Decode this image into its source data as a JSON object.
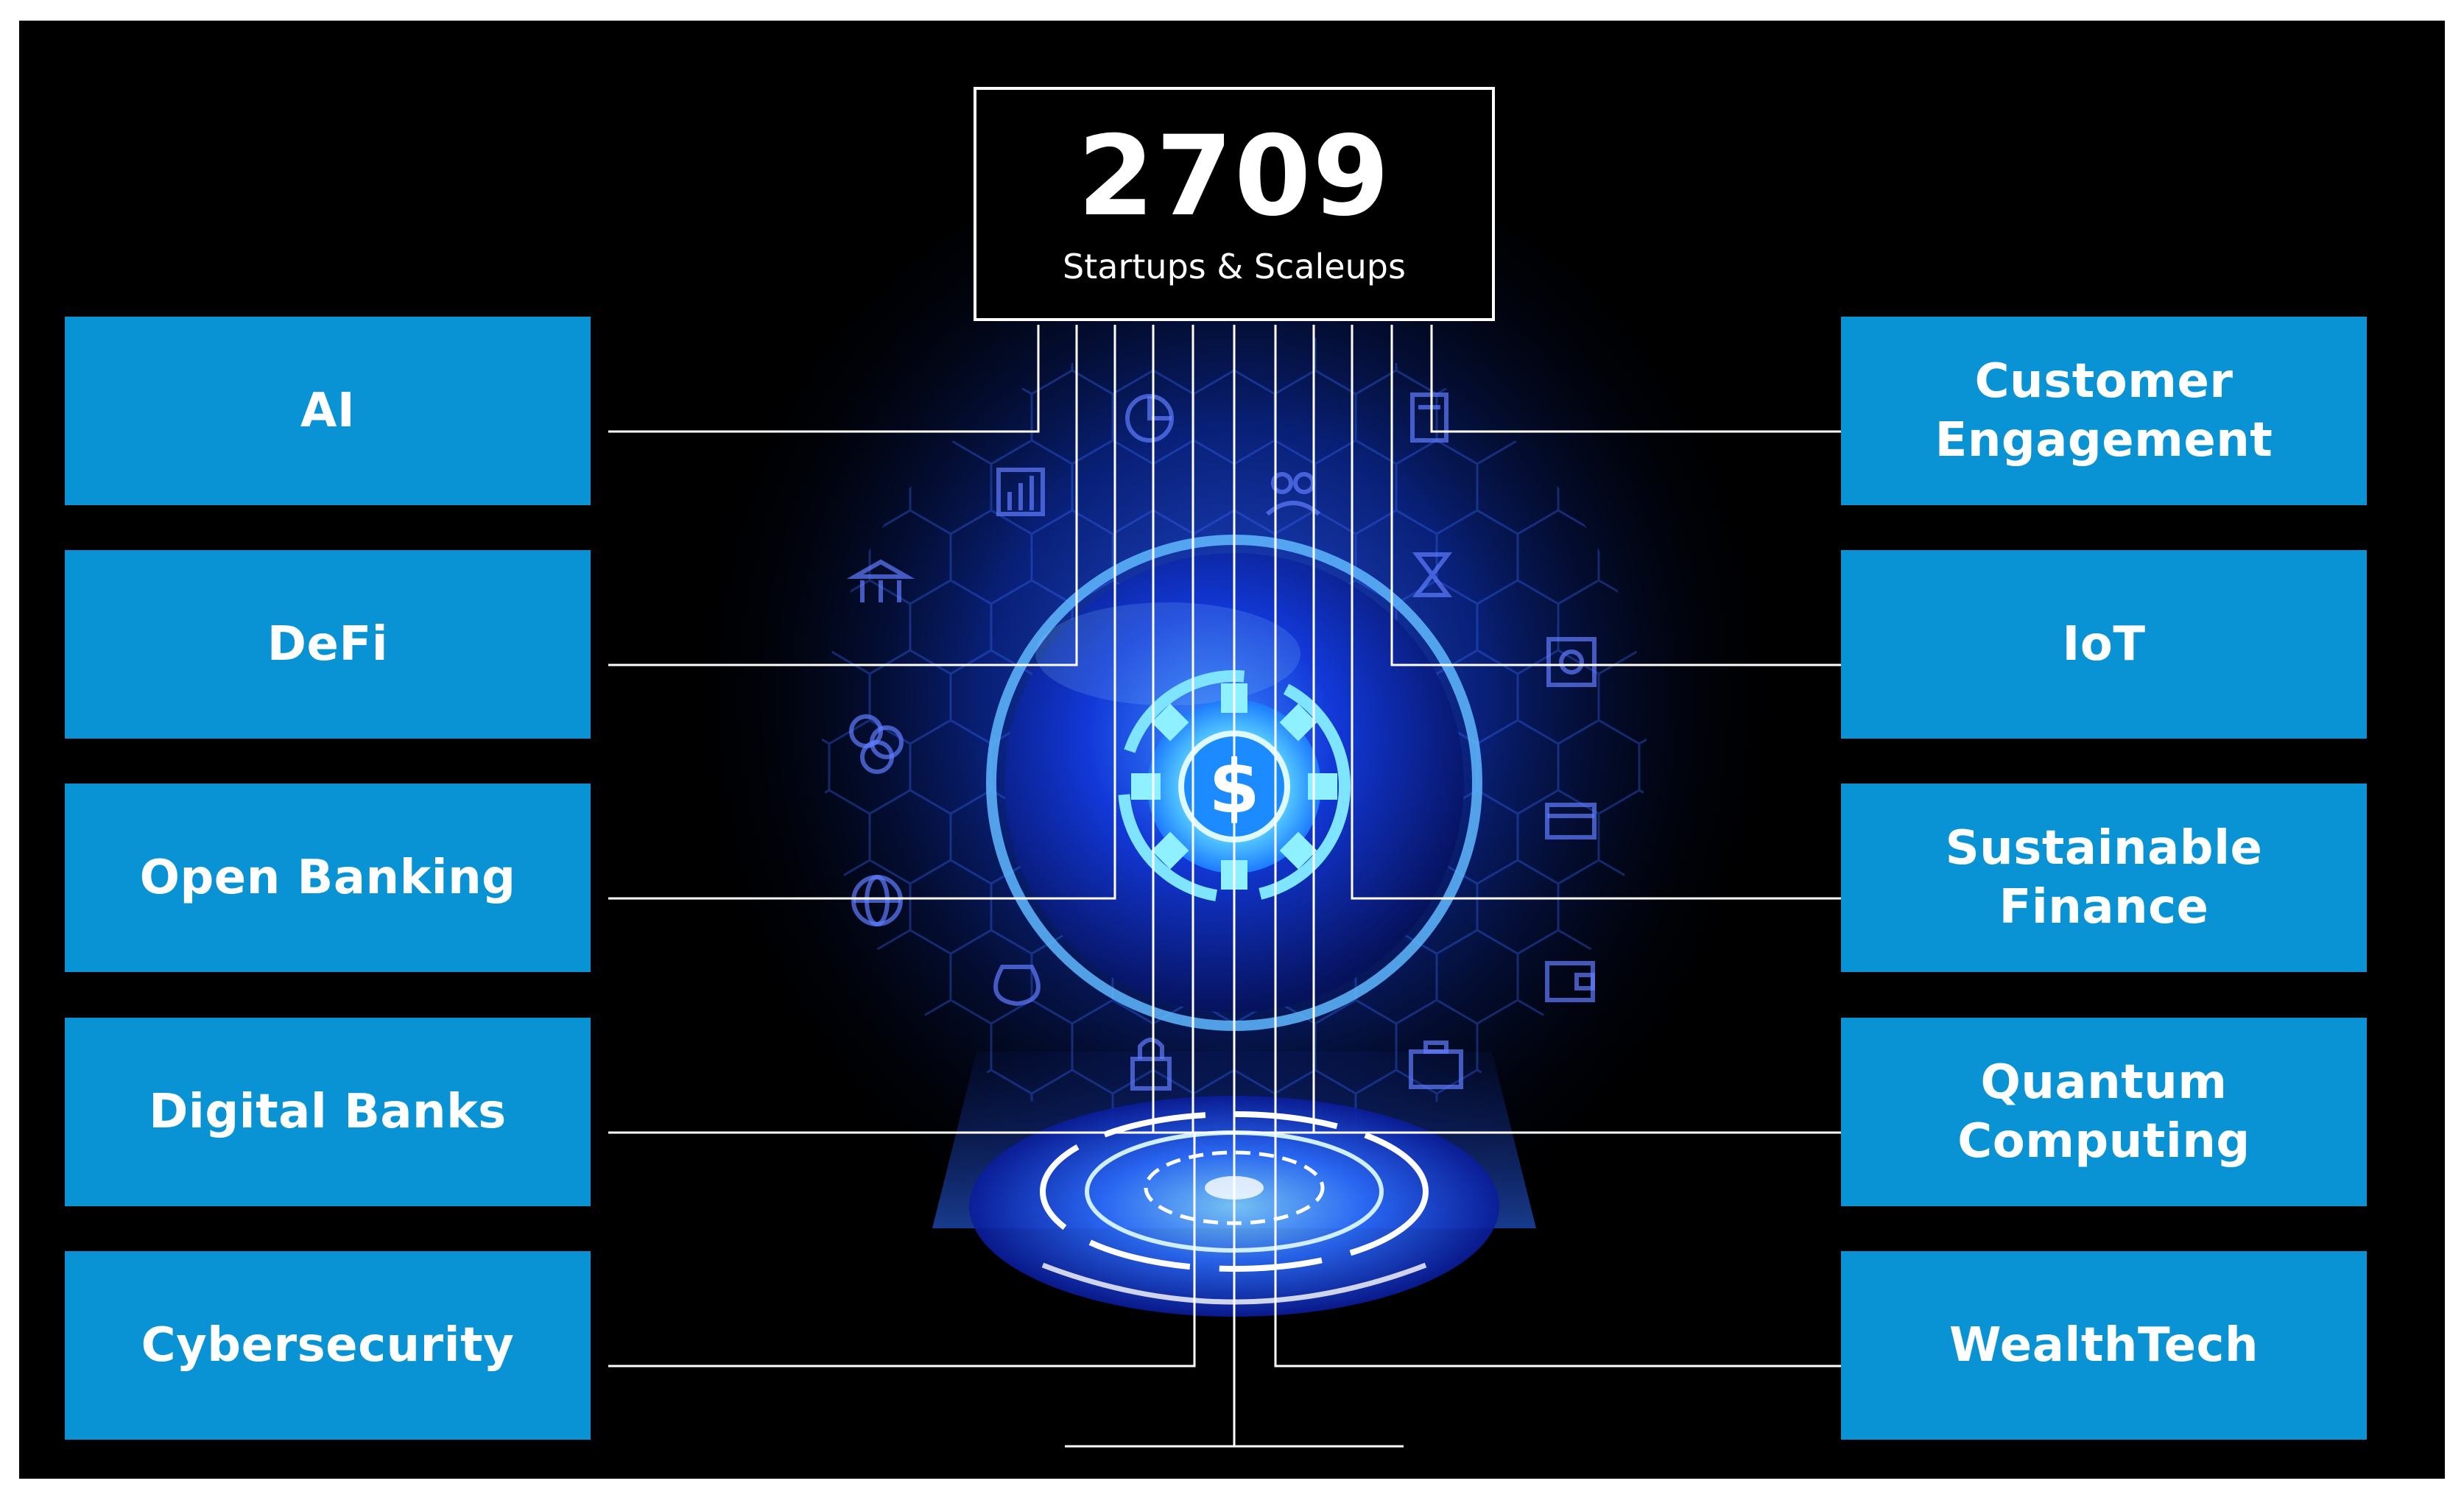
{
  "summary": {
    "count": "2709",
    "label": "Startups & Scaleups"
  },
  "categories_left": [
    "AI",
    "DeFi",
    "Open Banking",
    "Digital Banks",
    "Cybersecurity"
  ],
  "categories_right": [
    "Customer Engagement",
    "IoT",
    "Sustainable Finance",
    "Quantum Computing",
    "WealthTech"
  ],
  "colors": {
    "background": "#000000",
    "box": "#0a93d4",
    "text": "#ffffff",
    "line": "#ffffff",
    "glow": "#1a4dff"
  },
  "icons": [
    "bar-chart-icon",
    "pie-chart-icon",
    "calculator-icon",
    "people-icon",
    "hourglass-icon",
    "bank-icon",
    "coins-icon",
    "globe-icon",
    "money-bag-icon",
    "padlock-icon",
    "safe-icon",
    "credit-card-icon",
    "wallet-icon",
    "briefcase-icon",
    "gear-dollar-icon"
  ]
}
